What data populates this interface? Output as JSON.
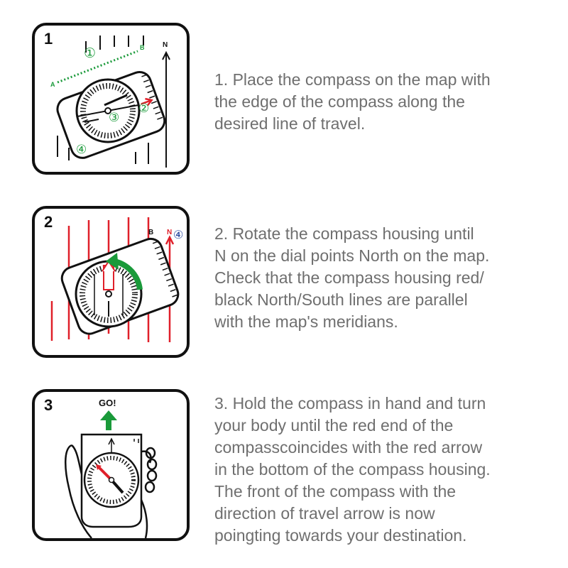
{
  "steps": [
    {
      "number": "1",
      "labels": {
        "a": "A",
        "b": "B",
        "north": "N",
        "c1": "①",
        "c2": "②",
        "c3": "③",
        "c4": "④"
      },
      "lines": [
        "1. Place the compass on the map with",
        "the edge of the compass  along the",
        "desired line of travel."
      ]
    },
    {
      "number": "2",
      "labels": {
        "b": "B",
        "north": "N",
        "c4": "④"
      },
      "lines": [
        "2. Rotate the compass housing until",
        "N on the dial points North on the map.",
        "Check that the compass housing red/",
        "black North/South lines are parallel",
        "with the map's meridians."
      ]
    },
    {
      "number": "3",
      "labels": {
        "go": "GO!"
      },
      "lines": [
        "3. Hold the compass in hand and turn",
        "your body until the red end of the",
        "compasscoincides with the red arrow",
        "in the bottom of the compass housing.",
        "The front of the compass with the",
        "direction of travel arrow is now",
        "poingting towards your destination."
      ]
    }
  ],
  "colors": {
    "green": "#1a9a3a",
    "red": "#e0202a",
    "blue": "#1e3e9a",
    "caption": "#6f6f6f"
  }
}
